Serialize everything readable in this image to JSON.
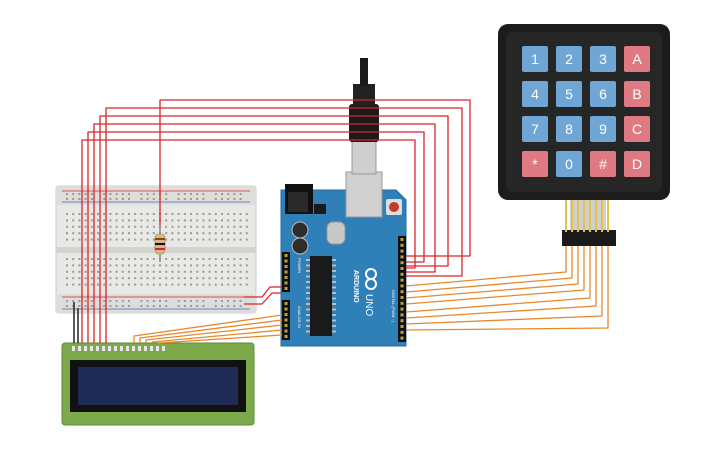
{
  "keypad": {
    "keys": [
      {
        "label": "1",
        "kind": "num"
      },
      {
        "label": "2",
        "kind": "num"
      },
      {
        "label": "3",
        "kind": "num"
      },
      {
        "label": "A",
        "kind": "letter"
      },
      {
        "label": "4",
        "kind": "num"
      },
      {
        "label": "5",
        "kind": "num"
      },
      {
        "label": "6",
        "kind": "num"
      },
      {
        "label": "B",
        "kind": "letter"
      },
      {
        "label": "7",
        "kind": "num"
      },
      {
        "label": "8",
        "kind": "num"
      },
      {
        "label": "9",
        "kind": "num"
      },
      {
        "label": "C",
        "kind": "letter"
      },
      {
        "label": "*",
        "kind": "letter"
      },
      {
        "label": "0",
        "kind": "num"
      },
      {
        "label": "#",
        "kind": "letter"
      },
      {
        "label": "D",
        "kind": "letter"
      }
    ]
  },
  "arduino": {
    "brand": "ARDUINO",
    "model": "UNO",
    "digital_label": "DIGITAL (PWM ~)",
    "analog_label": "ANALOG IN",
    "power_label": "POWER"
  },
  "colors": {
    "wire_red": "#d9252a",
    "wire_orange": "#e6892d",
    "wire_black": "#222222",
    "board": "#2f7fb8",
    "key_blue": "#6fa6d6",
    "key_red": "#e07a82",
    "lcd_pcb": "#7ca94a",
    "lcd_screen": "#1f2a55",
    "breadboard": "#e8e8e6"
  }
}
